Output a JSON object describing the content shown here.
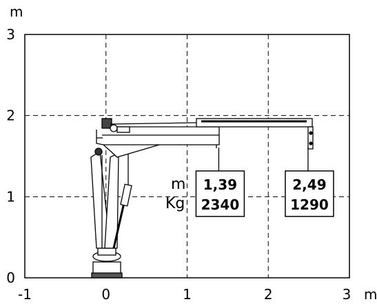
{
  "chart_data": {
    "type": "diagram",
    "axes": {
      "x_unit": "m",
      "y_unit": "m",
      "xlim": [
        -1,
        3
      ],
      "ylim": [
        0,
        3
      ],
      "x_ticks": [
        "-1",
        "0",
        "1",
        "2",
        "3"
      ],
      "y_ticks": [
        "0",
        "1",
        "2",
        "3"
      ],
      "grid": "dashed"
    },
    "row_labels": [
      "m",
      "Kg"
    ],
    "load_points": [
      {
        "reach_label": "1,39",
        "load_label": "2340",
        "reach_m": 1.39,
        "load_kg": 2340
      },
      {
        "reach_label": "2,49",
        "load_label": "1290",
        "reach_m": 2.49,
        "load_kg": 1290
      }
    ]
  }
}
